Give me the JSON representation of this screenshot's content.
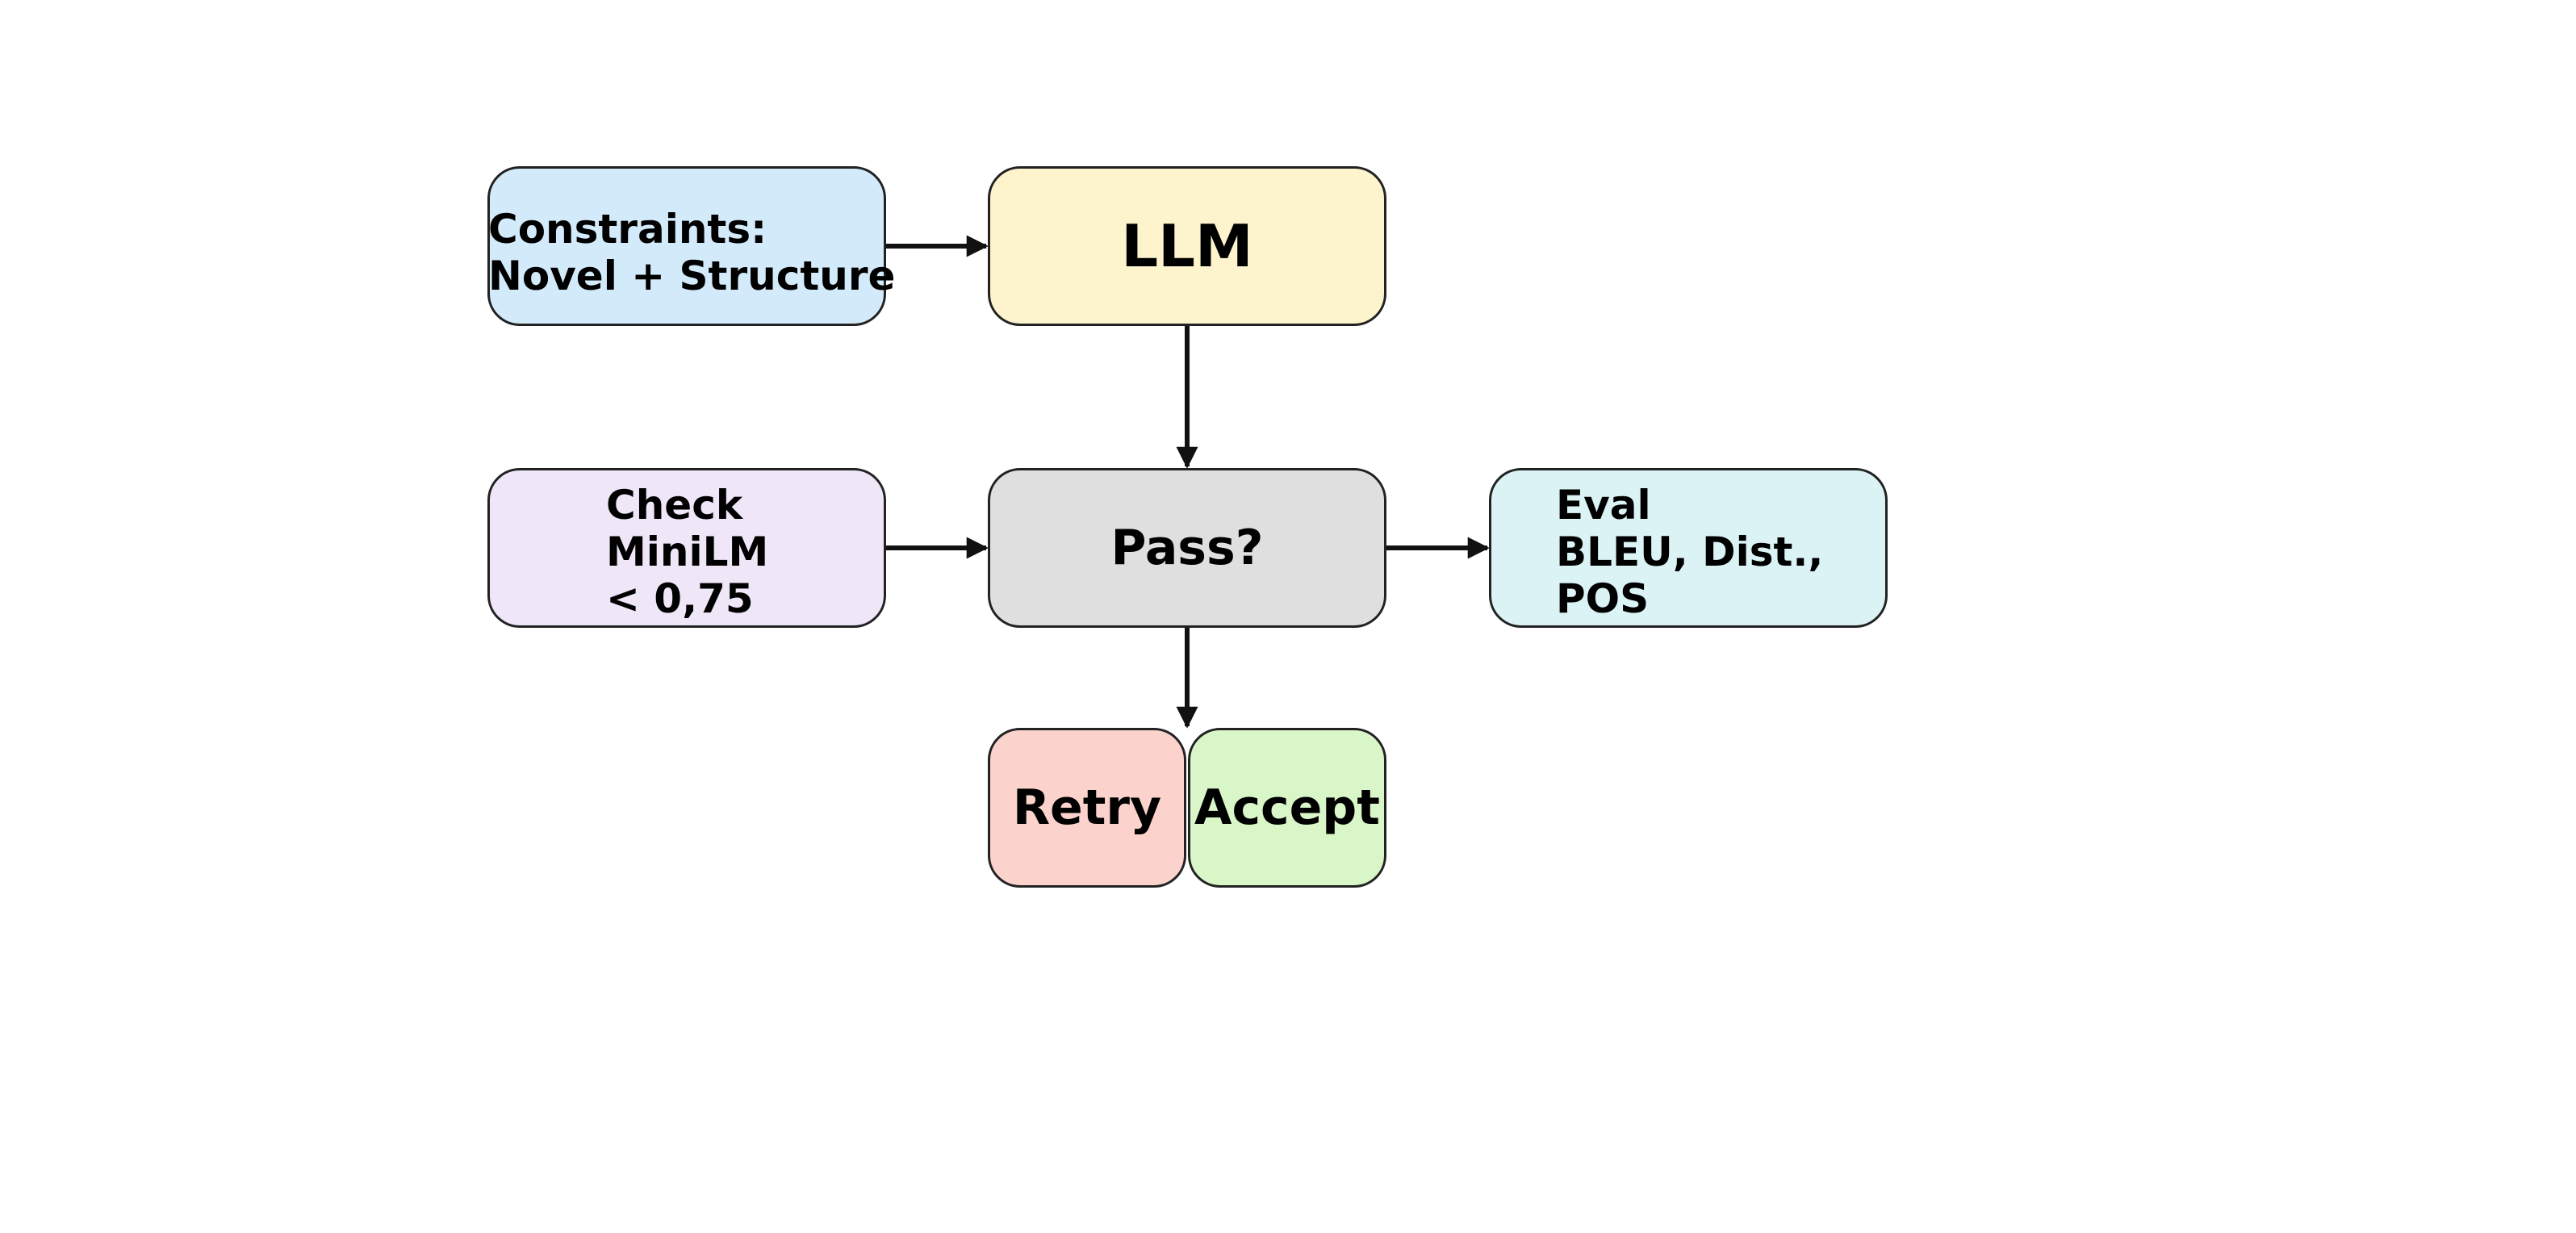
{
  "diagram": {
    "nodes": {
      "constraints": {
        "lines": [
          "Constraints:",
          "Novel + Structure"
        ],
        "fill": "#d3eafa"
      },
      "llm": {
        "label": "LLM",
        "fill": "#fdf3cd"
      },
      "check": {
        "lines": [
          "Check",
          "MiniLM",
          "< 0,75"
        ],
        "fill": "#efe6f8"
      },
      "pass": {
        "label": "Pass?",
        "fill": "#dfdfdf"
      },
      "eval": {
        "lines": [
          "Eval",
          "BLEU, Dist.,",
          "POS"
        ],
        "fill": "#dcf3f5"
      },
      "retry": {
        "label": "Retry",
        "fill": "#fbd3cc"
      },
      "accept": {
        "label": "Accept",
        "fill": "#d9f6c8"
      }
    },
    "edges": [
      {
        "from": "constraints",
        "to": "llm"
      },
      {
        "from": "llm",
        "to": "pass"
      },
      {
        "from": "check",
        "to": "pass"
      },
      {
        "from": "pass",
        "to": "eval"
      },
      {
        "from": "pass",
        "to": "retry-accept"
      }
    ],
    "line_color": "#111111"
  }
}
